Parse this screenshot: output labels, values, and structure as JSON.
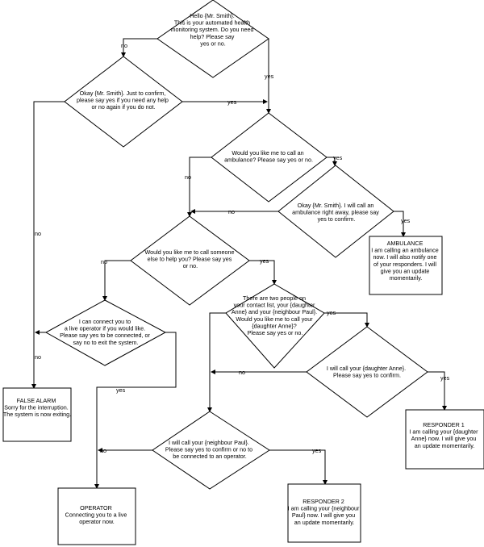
{
  "nodes": {
    "d_hello": [
      "Hello {Mr. Smith}.",
      "This is your automated health",
      "monitoring system.  Do you need",
      "help?  Please say",
      "yes or no."
    ],
    "d_confirm": [
      "Okay {Mr. Smith}. Just to confirm,",
      "please say yes if you need any help",
      "or no again if you do not."
    ],
    "d_ambulance": [
      "Would you like me to call an",
      "ambulance?  Please say yes or no."
    ],
    "d_okay_amb": [
      "Okay {Mr. Smith}.  I will call an",
      "ambulance right away, please say",
      "yes to confirm."
    ],
    "d_someone": [
      "Would you like me to call someone",
      "else to help you?  Please say yes",
      "or no."
    ],
    "d_operator": [
      "I can connect you to",
      "a live operator if you would like.",
      "Please say yes to be connected, or",
      "say no to exit the system."
    ],
    "d_two_people": [
      "There are two people on",
      "your contact list, your {daughter",
      "Anne} and your {neighbour Paul}.",
      "Would you like me to call your",
      "{daughter Anne}?",
      "Please say yes or no."
    ],
    "d_anne": [
      "I will call your {daughter Anne}.",
      "Please say yes to confirm."
    ],
    "d_paul": [
      "I will call your {neighbour Paul}.",
      "Please say yes to confirm or no to",
      "be connected to an operator."
    ],
    "r_ambulance": [
      "AMBULANCE",
      "I am calling an ambulance",
      "now.  I will also notify one",
      "of your responders.  I will",
      "give you an update",
      "momentarily."
    ],
    "r_false_alarm": [
      "FALSE ALARM",
      "Sorry for the interruption.",
      "The system is now exiting."
    ],
    "r_responder1": [
      "RESPONDER 1",
      "I am calling your {daughter",
      "Anne} now.  I will give you",
      "an update momentarily."
    ],
    "r_operator": [
      "OPERATOR",
      "Connecting you to a live",
      "operator now."
    ],
    "r_responder2": [
      "RESPONDER 2",
      "I am calling your {neighbour",
      "Paul} now.  I will give you",
      "an update momentarily."
    ]
  },
  "edge_labels": {
    "hello_no": "no",
    "hello_yes": "yes",
    "confirm_yes": "yes",
    "confirm_no": "no",
    "ambulance_no": "no",
    "ambulance_yes": "yes",
    "okay_amb_no": "no",
    "okay_amb_yes": "yes",
    "someone_no": "no",
    "someone_yes": "yes",
    "operator_no": "no",
    "operator_yes": "yes",
    "two_people_yes": "yes",
    "anne_no": "no",
    "anne_yes": "yes",
    "paul_no": "no",
    "paul_yes": "yes"
  }
}
